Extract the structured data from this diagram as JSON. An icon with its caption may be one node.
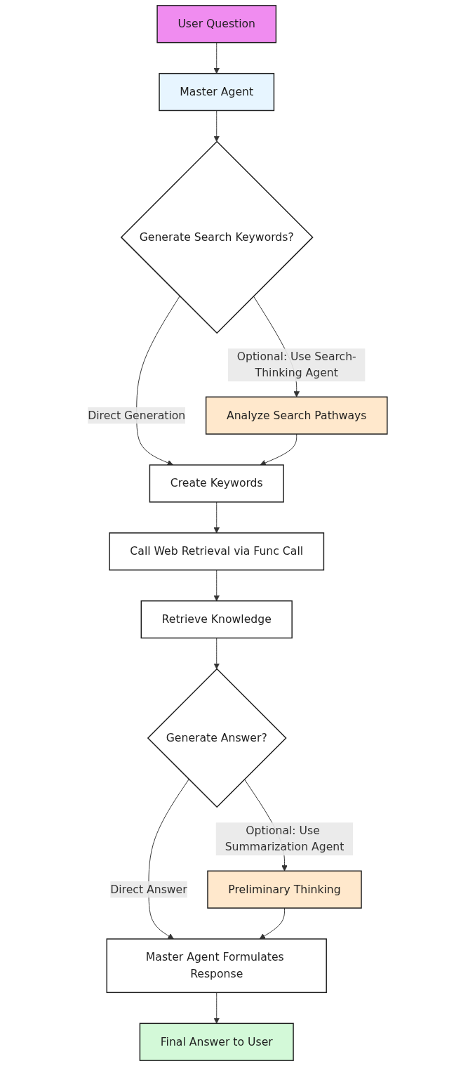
{
  "diagram": {
    "nodes": [
      {
        "text": [
          "User Question"
        ]
      },
      {
        "text": [
          "Master Agent"
        ]
      },
      {
        "text": [
          "Generate Search Keywords?"
        ]
      },
      {
        "text": [
          "Analyze Search Pathways"
        ]
      },
      {
        "text": [
          "Create Keywords"
        ]
      },
      {
        "text": [
          "Call Web Retrieval via Func Call"
        ]
      },
      {
        "text": [
          "Retrieve Knowledge"
        ]
      },
      {
        "text": [
          "Generate Answer?"
        ]
      },
      {
        "text": [
          "Preliminary Thinking"
        ]
      },
      {
        "text": [
          "Master Agent Formulates Response"
        ]
      },
      {
        "text": [
          "Final Answer to User"
        ]
      }
    ],
    "edges": [
      {
        "from": 0,
        "to": 1,
        "arrow": "to"
      },
      {
        "from": 1,
        "to": 2,
        "arrow": "to"
      },
      {
        "from": 2,
        "to": 4,
        "arrow": "to",
        "label": "Direct Generation"
      },
      {
        "from": 2,
        "to": 3,
        "arrow": "to",
        "label": "Optional: Use Search-Thinking Agent"
      },
      {
        "from": 3,
        "to": 4,
        "arrow": "to"
      },
      {
        "from": 4,
        "to": 5,
        "arrow": "to"
      },
      {
        "from": 5,
        "to": 6,
        "arrow": "to"
      },
      {
        "from": 6,
        "to": 7,
        "arrow": "to"
      },
      {
        "from": 7,
        "to": 9,
        "arrow": "to",
        "label": "Direct Answer"
      },
      {
        "from": 7,
        "to": 8,
        "arrow": "to",
        "label": "Optional: Use Summarization Agent"
      },
      {
        "from": 8,
        "to": 9,
        "arrow": "to"
      },
      {
        "from": 9,
        "to": 10,
        "arrow": "to"
      }
    ]
  }
}
